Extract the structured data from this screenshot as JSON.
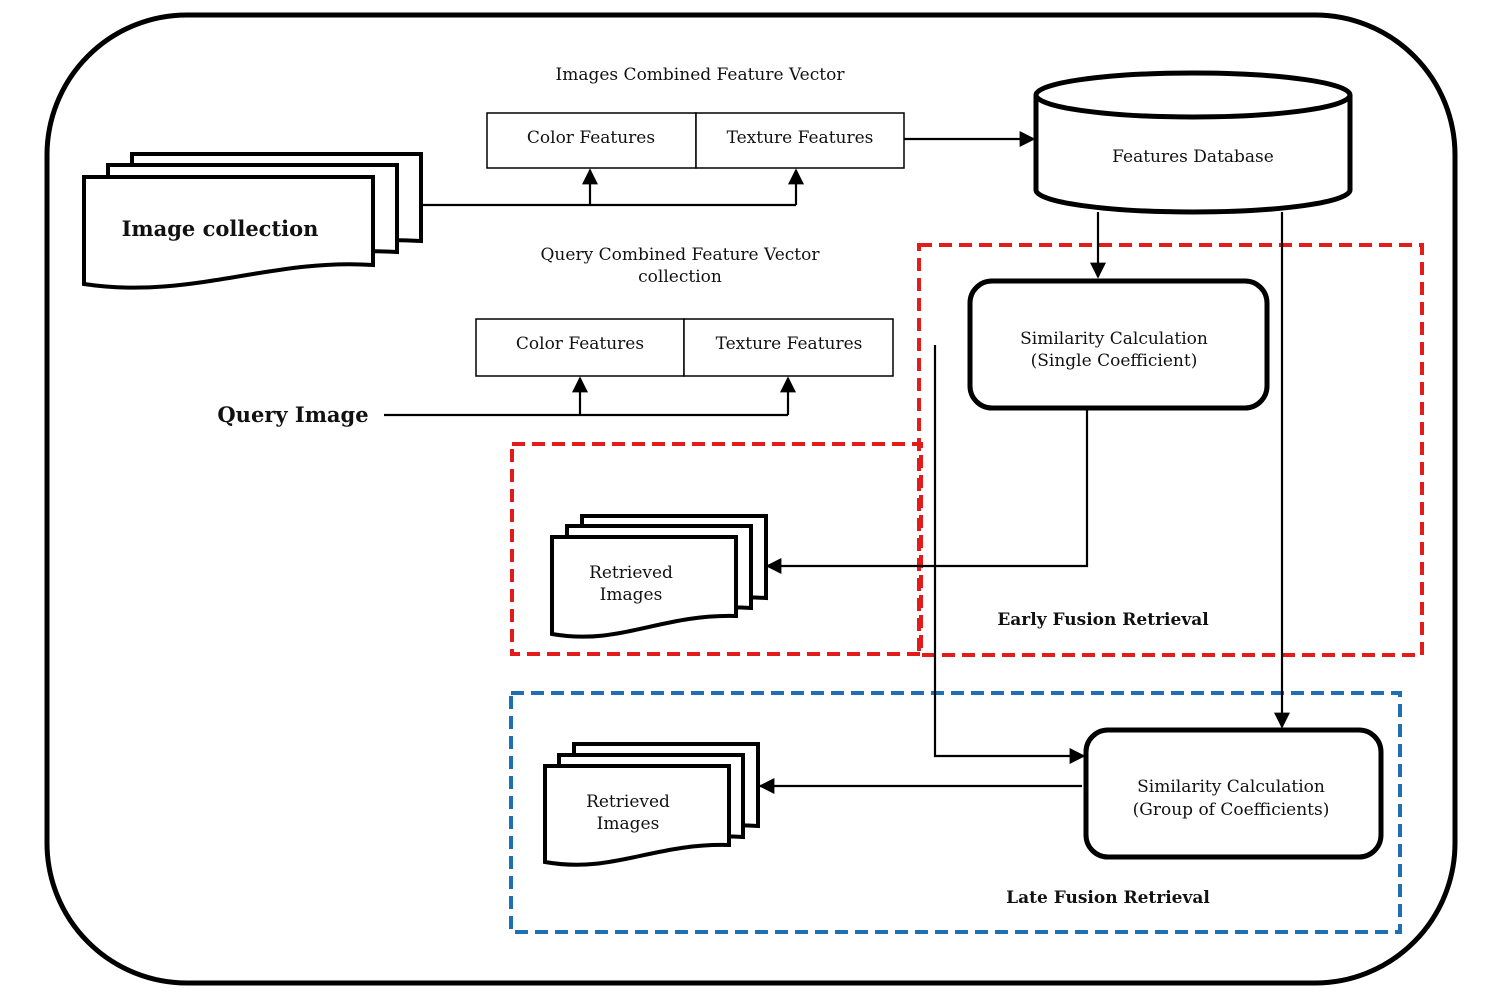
{
  "title_images_vector": "Images Combined Feature Vector",
  "images_vector": {
    "color": "Color Features",
    "texture": "Texture Features"
  },
  "title_query_vector_line1": "Query Combined Feature Vector",
  "title_query_vector_line2": "collection",
  "query_vector": {
    "color": "Color Features",
    "texture": "Texture Features"
  },
  "image_collection": "Image collection",
  "query_image": "Query Image",
  "features_database": "Features Database",
  "early_similarity": {
    "line1": "Similarity Calculation",
    "line2": "(Single Coefficient)"
  },
  "late_similarity": {
    "line1": "Similarity Calculation",
    "line2": "(Group of Coefficients)"
  },
  "retrieved_early": {
    "line1": "Retrieved",
    "line2": "Images"
  },
  "retrieved_late": {
    "line1": "Retrieved",
    "line2": "Images"
  },
  "early_fusion_label": "Early Fusion Retrieval",
  "late_fusion_label": "Late Fusion Retrieval",
  "colors": {
    "early_border": "#e31b1b",
    "late_border": "#1f6fb4",
    "stroke": "#000000"
  }
}
